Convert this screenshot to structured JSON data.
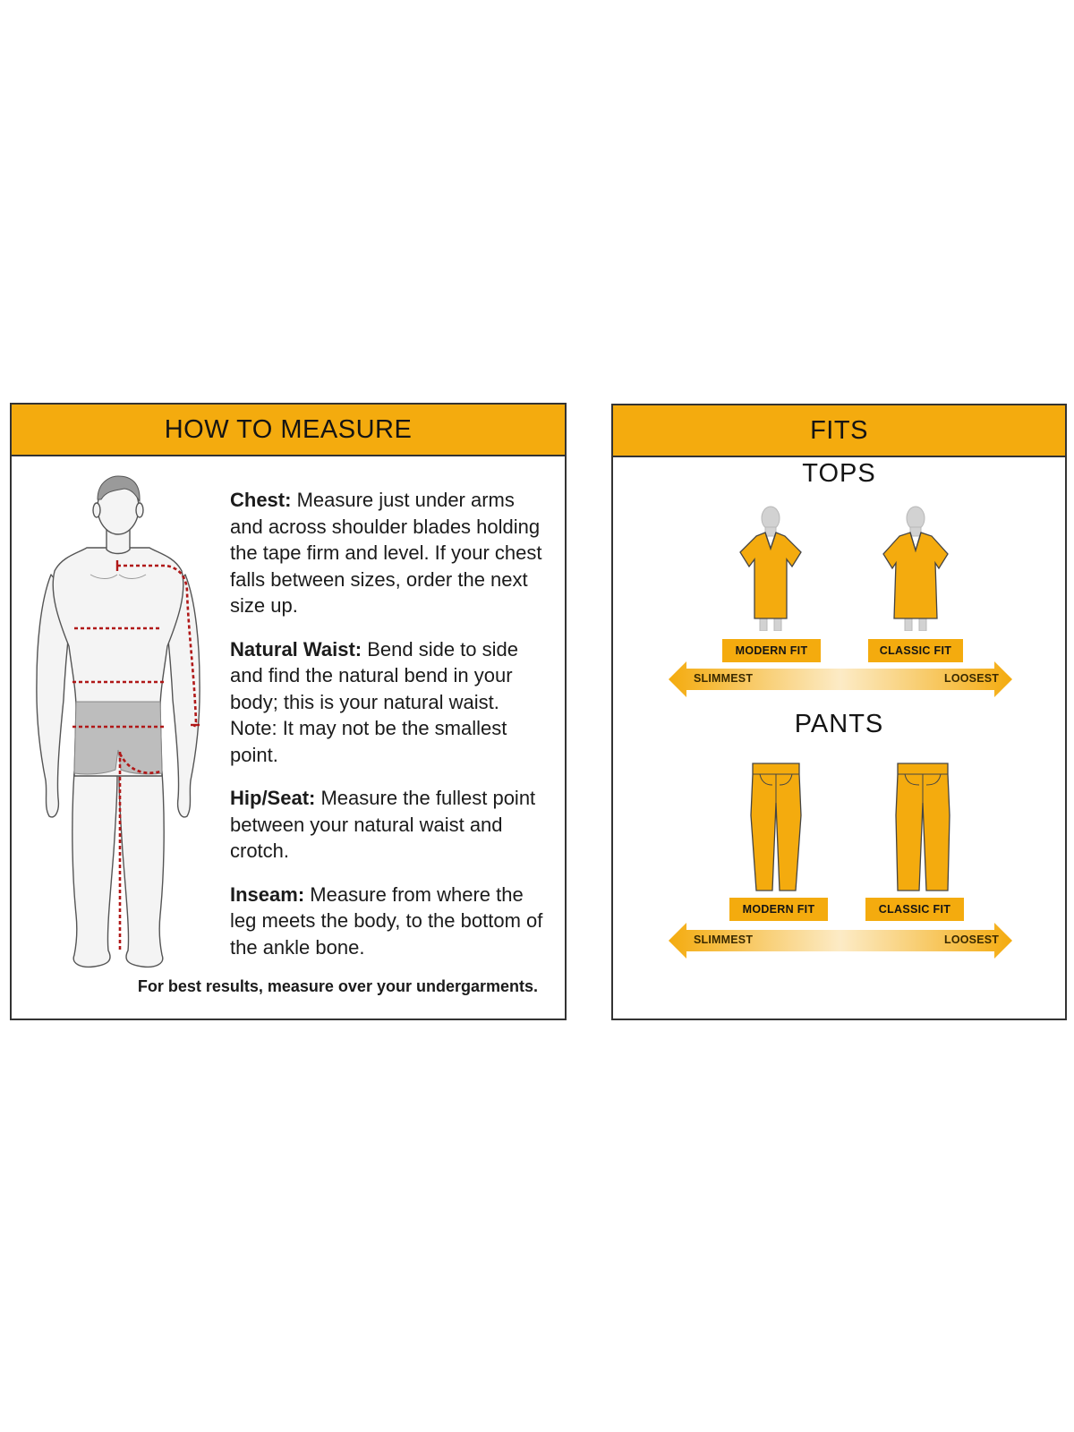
{
  "measure": {
    "title": "HOW TO MEASURE",
    "instructions": [
      {
        "term": "Chest:",
        "text": " Measure just under arms and across shoulder blades holding the tape firm and level. If your chest falls between sizes, order the next size up."
      },
      {
        "term": "Natural Waist:",
        "text": " Bend side to side and find the natural bend in your body; this is your natural waist. Note: It may not be the smallest point."
      },
      {
        "term": "Hip/Seat:",
        "text": " Measure the fullest point between your natural waist and crotch."
      },
      {
        "term": "Inseam:",
        "text": " Measure from where the leg meets the body, to the bottom of the ankle bone."
      }
    ],
    "footnote": "For best results, measure over your undergarments."
  },
  "fits": {
    "title": "FITS",
    "tops": {
      "title": "TOPS",
      "labels": [
        "MODERN FIT",
        "CLASSIC FIT"
      ],
      "scale": {
        "left": "SLIMMEST",
        "right": "LOOSEST"
      }
    },
    "pants": {
      "title": "PANTS",
      "labels": [
        "MODERN FIT",
        "CLASSIC FIT"
      ],
      "scale": {
        "left": "SLIMMEST",
        "right": "LOOSEST"
      }
    }
  },
  "colors": {
    "accent": "#f4ab0e",
    "measure_line": "#b01818",
    "border": "#333333"
  },
  "icons": [
    "body-figure-icon",
    "shirt-icon",
    "pants-icon",
    "double-arrow-icon"
  ]
}
